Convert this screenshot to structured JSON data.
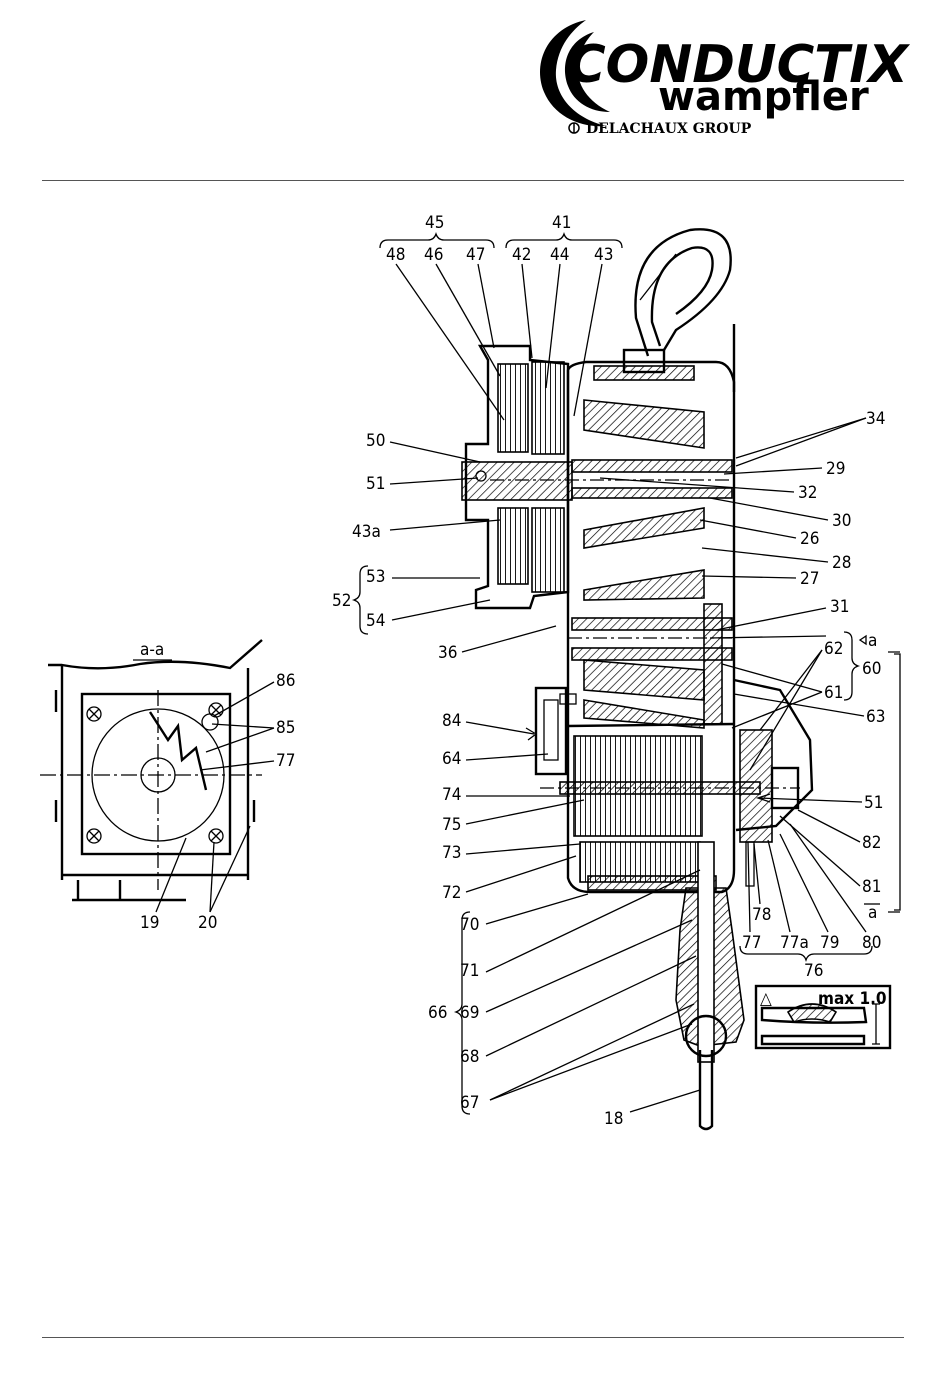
{
  "header": {
    "logo_primary": "CONDUCTIX",
    "logo_secondary": "wampfler",
    "logo_group": "DELACHAUX GROUP"
  },
  "section_view": {
    "title": "a-a",
    "labels": [
      "86",
      "85",
      "77",
      "19",
      "20"
    ]
  },
  "main_view": {
    "group_labels": {
      "g45": "45",
      "g41": "41",
      "g52": "52",
      "g60": "60",
      "g76": "76",
      "g66": "66"
    },
    "top_labels": [
      "48",
      "46",
      "47",
      "42",
      "44",
      "43"
    ],
    "left_labels": [
      "50",
      "51",
      "43a",
      "53",
      "54",
      "36",
      "84",
      "64",
      "74",
      "75",
      "73",
      "72",
      "70",
      "71",
      "69",
      "68",
      "67",
      "18"
    ],
    "right_labels": [
      "34",
      "29",
      "32",
      "30",
      "26",
      "28",
      "27",
      "31",
      "62",
      "61",
      "63",
      "51",
      "82",
      "81",
      "78",
      "77",
      "77a",
      "79",
      "80"
    ],
    "section_marks": [
      "a",
      "a"
    ],
    "warning": {
      "symbol": "△",
      "text": "max 1.0"
    }
  }
}
